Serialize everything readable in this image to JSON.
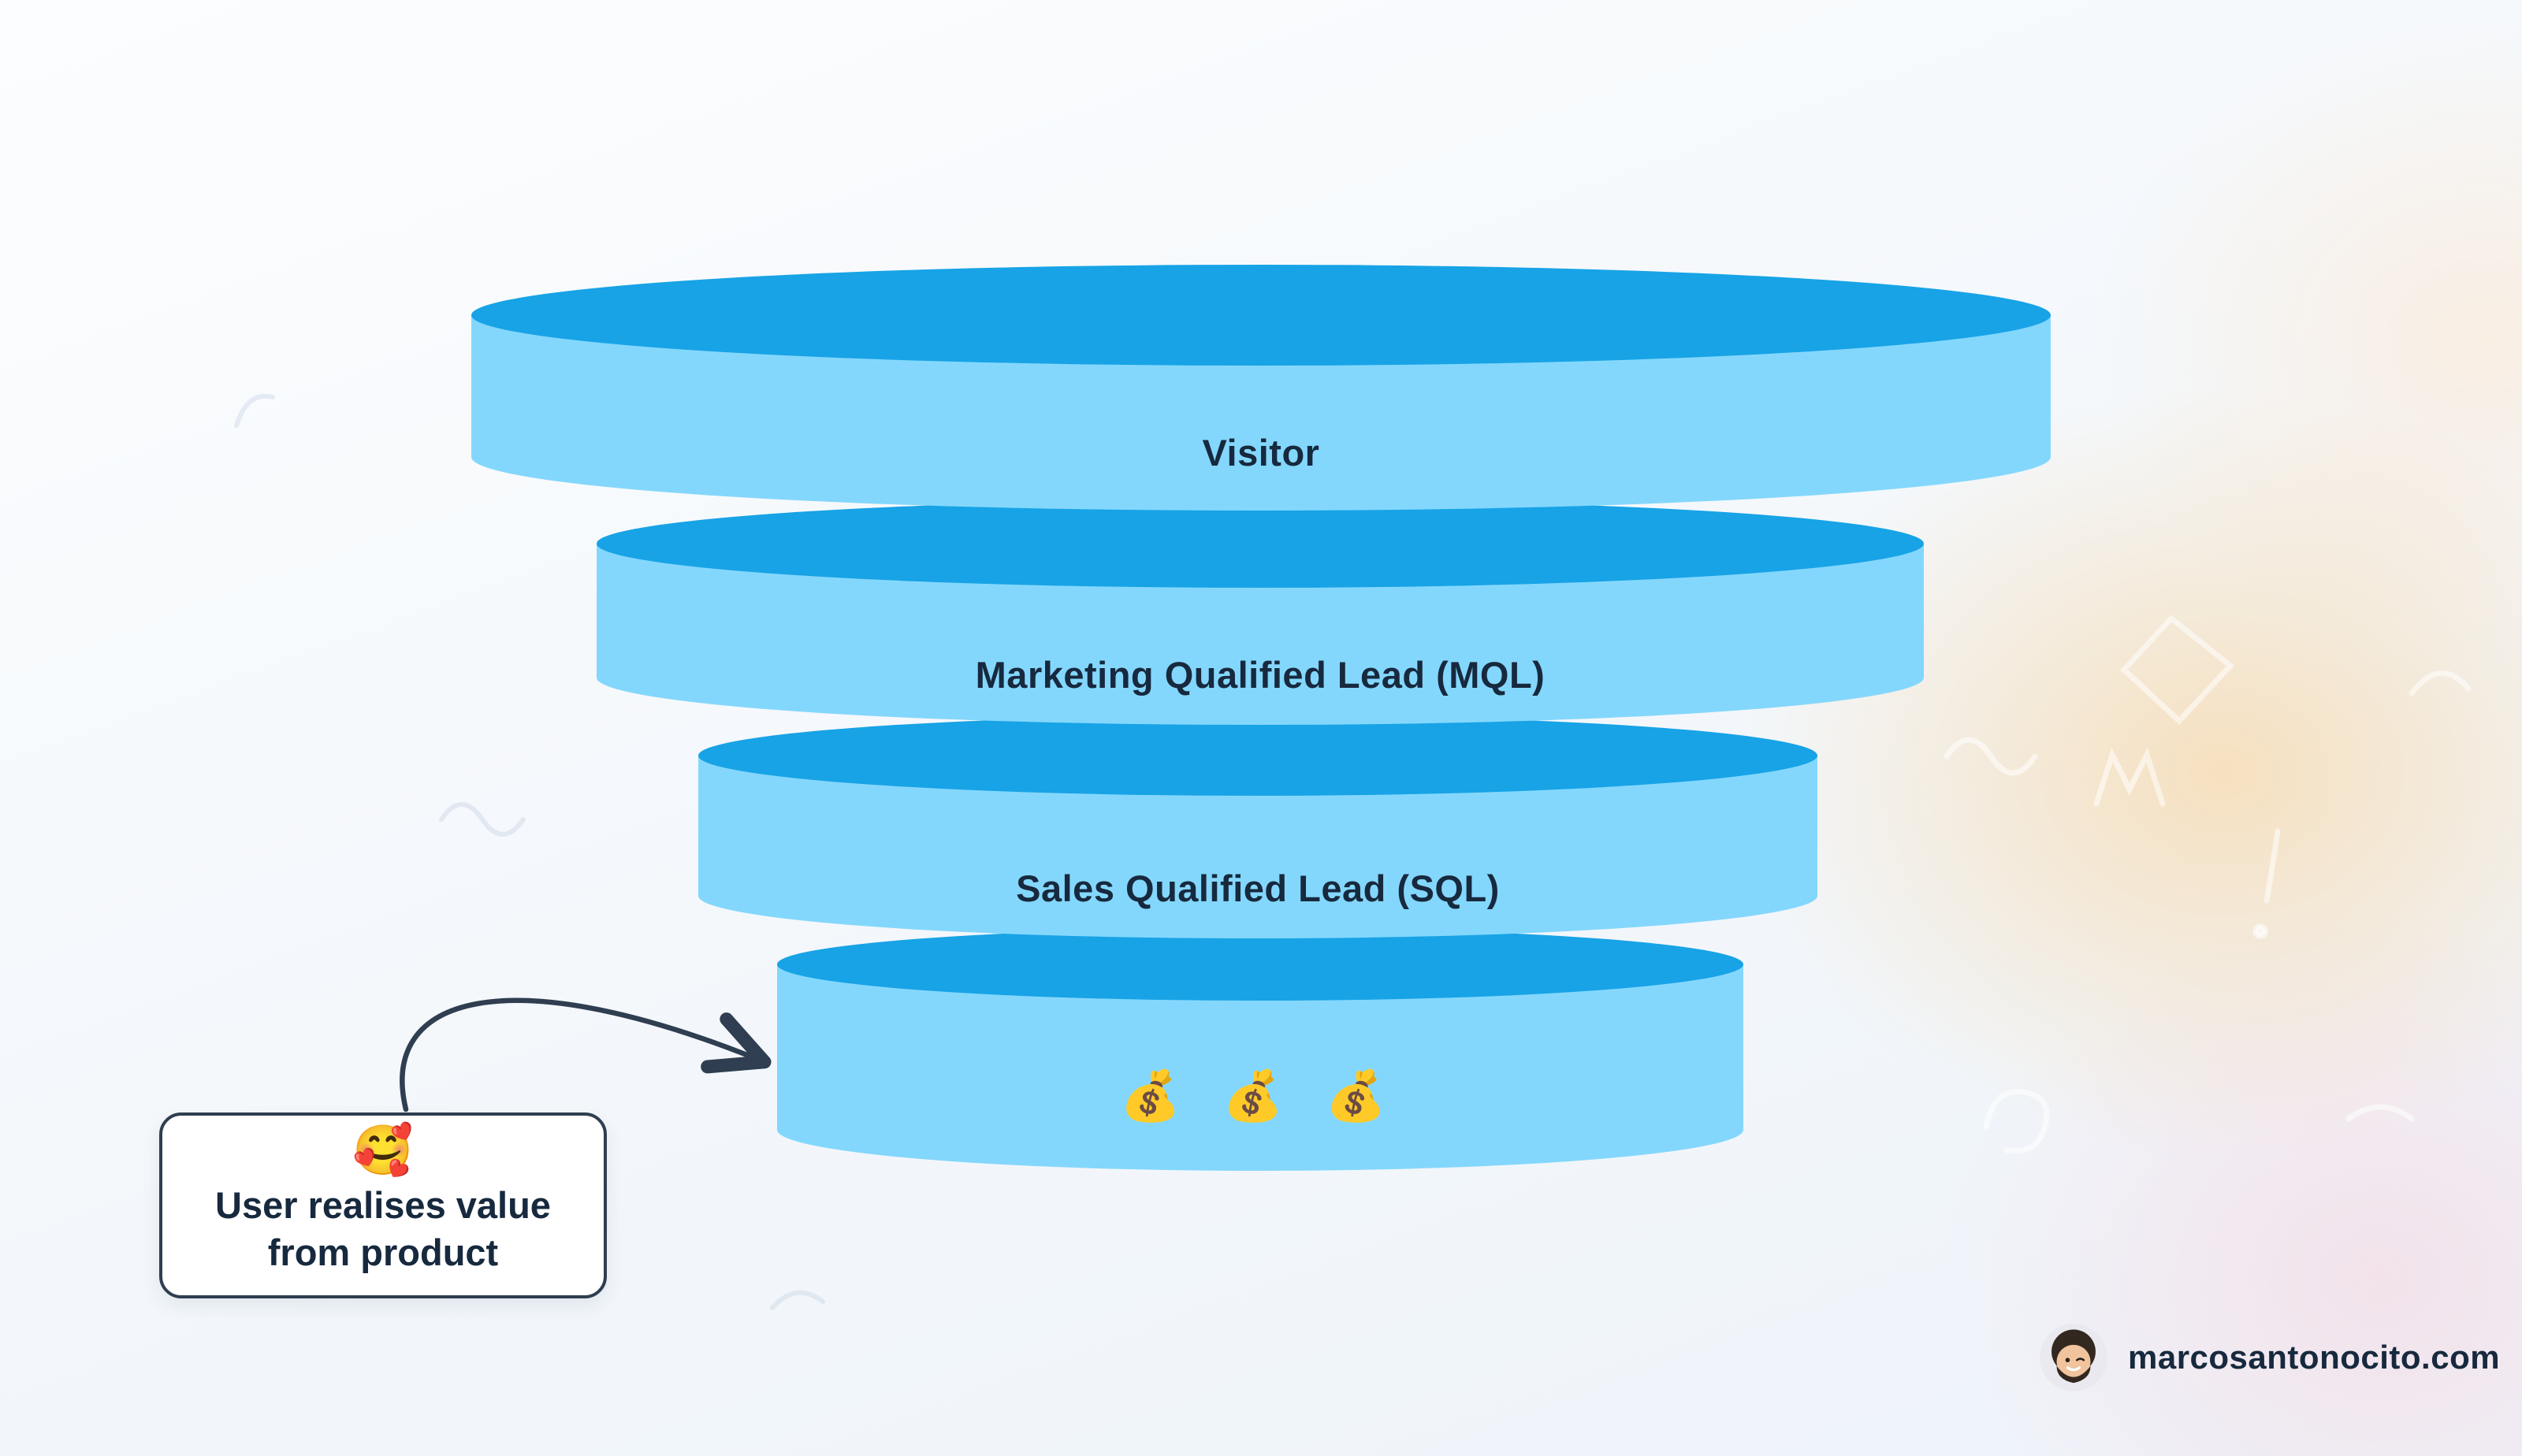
{
  "funnel": {
    "tiers": [
      {
        "label": "Visitor"
      },
      {
        "label": "Marketing Qualified Lead (MQL)"
      },
      {
        "label": "Sales Qualified Lead (SQL)"
      },
      {
        "label": "💰 💰 💰"
      }
    ]
  },
  "callout": {
    "emoji": "🥰",
    "line1": "User realises value",
    "line2": "from product"
  },
  "footer": {
    "site": "marcosantonocito.com"
  },
  "colors": {
    "funnel-top": "#17a3e6",
    "funnel-body": "#84d7fc",
    "ink": "#17293e",
    "arrow": "#2f3e50"
  }
}
